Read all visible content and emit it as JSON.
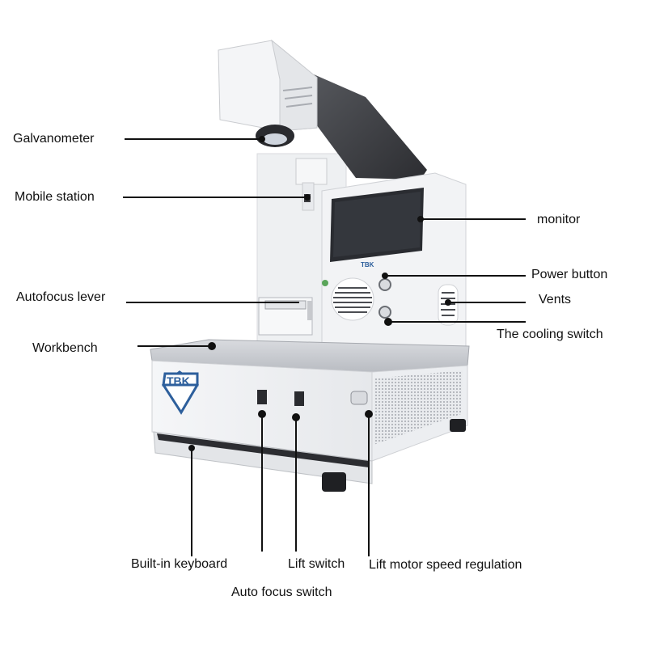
{
  "brand": {
    "logo_text": "TBK"
  },
  "labels": {
    "galvanometer": "Galvanometer",
    "mobile_station": "Mobile station",
    "autofocus_lever": "Autofocus lever",
    "workbench": "Workbench",
    "monitor": "monitor",
    "power_button": "Power button",
    "vents": "Vents",
    "cooling_switch": "The cooling switch",
    "builtin_keyboard": "Built-in keyboard",
    "lift_switch": "Lift switch",
    "lift_motor_speed": "Lift motor speed regulation",
    "auto_focus_switch": "Auto focus switch"
  },
  "colors": {
    "machine_body": "#f1f2f4",
    "panel_edge": "#d4d6da",
    "arm_dark": "#3a3b3f",
    "screen": "#2a2c31",
    "brand_blue": "#2d5f9c",
    "leader_line": "#111111"
  }
}
